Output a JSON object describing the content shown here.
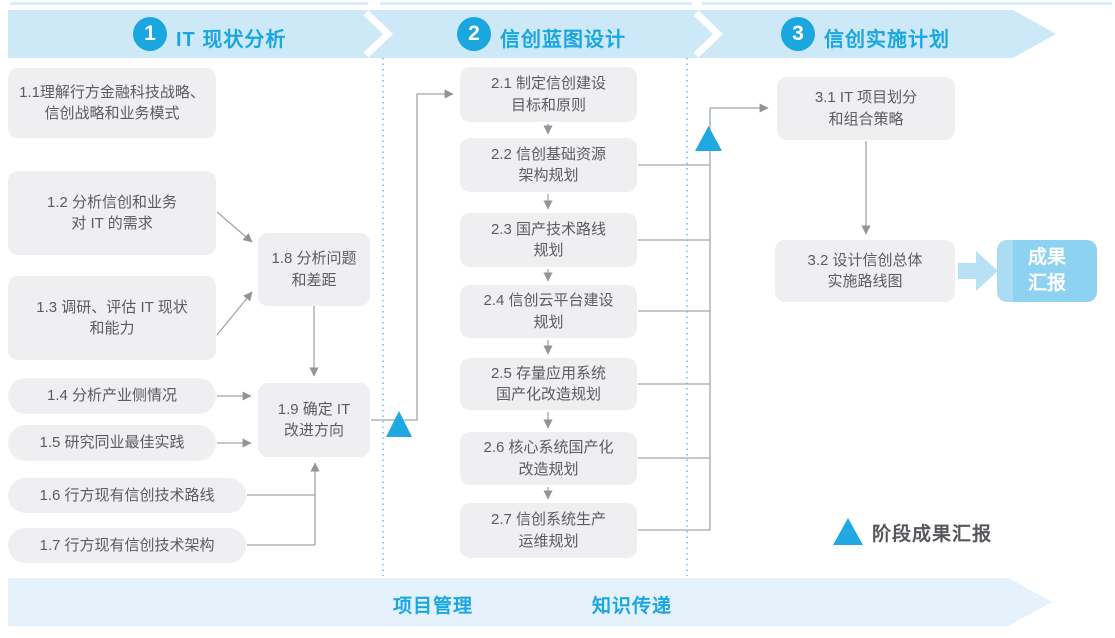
{
  "banners": [
    {
      "number": "1",
      "title": "IT 现状分析"
    },
    {
      "number": "2",
      "title": "信创蓝图设计"
    },
    {
      "number": "3",
      "title": "信创实施计划"
    }
  ],
  "steps": {
    "s1_1": "1.1理解行方金融科技战略、\n信创战略和业务模式",
    "s1_2": "1.2 分析信创和业务\n对 IT 的需求",
    "s1_3": "1.3 调研、评估 IT 现状\n和能力",
    "s1_4": "1.4 分析产业侧情况",
    "s1_5": "1.5 研究同业最佳实践",
    "s1_6": "1.6 行方现有信创技术路线",
    "s1_7": "1.7 行方现有信创技术架构",
    "s1_8": "1.8 分析问题\n和差距",
    "s1_9": "1.9 确定 IT\n改进方向",
    "s2_1": "2.1 制定信创建设\n目标和原则",
    "s2_2": "2.2 信创基础资源\n架构规划",
    "s2_3": "2.3 国产技术路线\n规划",
    "s2_4": "2.4 信创云平台建设\n规划",
    "s2_5": "2.5 存量应用系统\n国产化改造规划",
    "s2_6": "2.6 核心系统国产化\n改造规划",
    "s2_7": "2.7 信创系统生产\n运维规划",
    "s3_1": "3.1 IT 项目划分\n和组合策略",
    "s3_2": "3.2 设计信创总体\n实施路线图"
  },
  "result_box": "成果\n汇报",
  "legend": "阶段成果汇报",
  "footer": {
    "left": "项目管理",
    "right": "知识传递"
  },
  "colors": {
    "accent": "#1aa7e0",
    "band_top": "#cde9f8",
    "band_bottom": "#e5f2fb",
    "box_bg": "#efeff1",
    "box_text": "#5a5c61",
    "connector": "#a2a6a9",
    "result_bg": "#8dd3f1",
    "fat_arrow": "#b9e1f5"
  }
}
